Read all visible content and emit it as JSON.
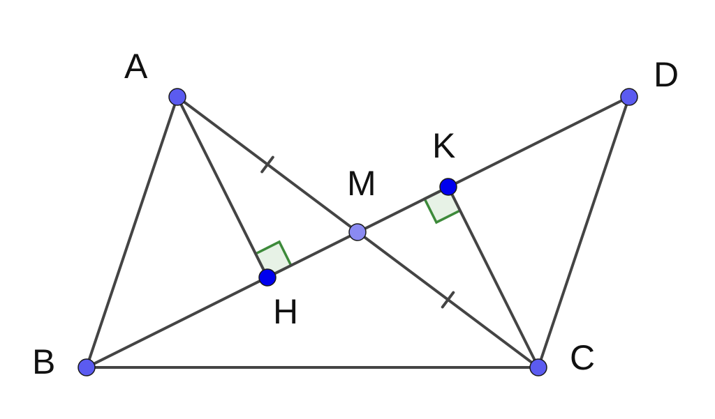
{
  "figure": {
    "labels": {
      "A": "A",
      "B": "B",
      "C": "C",
      "D": "D",
      "M": "M",
      "H": "H",
      "K": "K"
    },
    "colors": {
      "free_point": "#5b5bf0",
      "foot_point": "#0000ee",
      "midpoint": "#8a8af2",
      "segment": "#444444",
      "right_angle_stroke": "#3d8a3a",
      "right_angle_fill": "#dfeedd",
      "label": "#111111"
    },
    "segments": [
      [
        "A",
        "B"
      ],
      [
        "B",
        "C"
      ],
      [
        "C",
        "D"
      ],
      [
        "A",
        "C"
      ],
      [
        "B",
        "D"
      ],
      [
        "A",
        "H"
      ],
      [
        "C",
        "K"
      ]
    ],
    "equal_marks": [
      [
        "A",
        "M"
      ],
      [
        "M",
        "C"
      ]
    ],
    "right_angles": [
      {
        "vertex": "H",
        "arms": [
          "M",
          "A"
        ]
      },
      {
        "vertex": "K",
        "arms": [
          "M",
          "C"
        ]
      }
    ]
  }
}
